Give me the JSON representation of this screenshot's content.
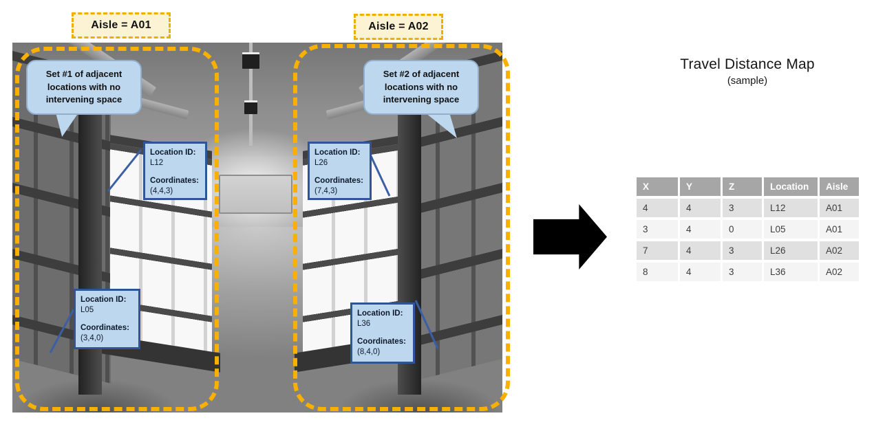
{
  "scene": {
    "aisle_labels": [
      {
        "text": "Aisle = A01"
      },
      {
        "text": "Aisle = A02"
      }
    ],
    "callouts": [
      {
        "text": "Set #1 of adjacent locations with no intervening space"
      },
      {
        "text": "Set #2 of adjacent locations with no intervening space"
      }
    ],
    "location_boxes": [
      {
        "id_label": "Location ID:",
        "id": "L12",
        "coord_label": "Coordinates:",
        "coord": "(4,4,3)"
      },
      {
        "id_label": "Location ID:",
        "id": "L26",
        "coord_label": "Coordinates:",
        "coord": "(7,4,3)"
      },
      {
        "id_label": "Location ID:",
        "id": "L05",
        "coord_label": "Coordinates:",
        "coord": "(3,4,0)"
      },
      {
        "id_label": "Location ID:",
        "id": "L36",
        "coord_label": "Coordinates:",
        "coord": "(8,4,0)"
      }
    ]
  },
  "map": {
    "title": "Travel Distance Map",
    "subtitle": "(sample)"
  },
  "table": {
    "headers": [
      "X",
      "Y",
      "Z",
      "Location",
      "Aisle"
    ],
    "rows": [
      [
        "4",
        "4",
        "3",
        "L12",
        "A01"
      ],
      [
        "3",
        "4",
        "0",
        "L05",
        "A01"
      ],
      [
        "7",
        "4",
        "3",
        "L26",
        "A02"
      ],
      [
        "8",
        "4",
        "3",
        "L36",
        "A02"
      ]
    ]
  },
  "colors": {
    "dashed_gold": "#f9b001",
    "label_fill": "#fcf2d4",
    "bubble_fill": "#bdd7ee",
    "locbox_border": "#2f5597",
    "leader_blue": "#3b5ea5",
    "table_header_bg": "#a6a6a6",
    "table_row_dark": "#e0e0e0",
    "table_row_light": "#f4f4f4",
    "arrow": "#000000"
  }
}
